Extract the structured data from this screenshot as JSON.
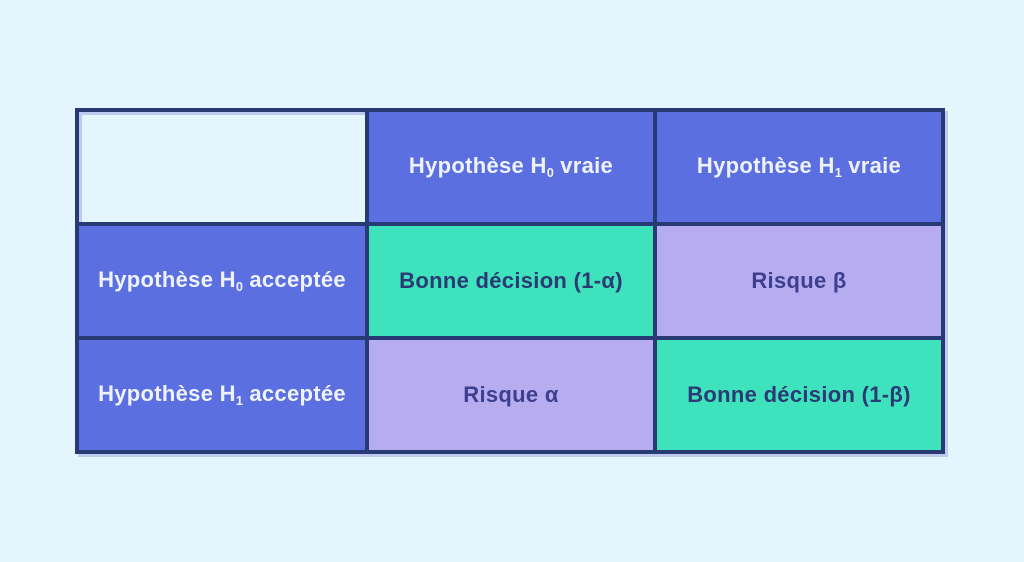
{
  "colors": {
    "background": "#e4f5fd",
    "cell-blue": "#5c6fe0",
    "cell-teal": "#3ee2bc",
    "cell-lavender": "#b8acf0",
    "border-navy": "#283a74",
    "text-light": "#eef2fd",
    "text-dark-teal": "#2b3a74",
    "text-dark-lavender": "#3c3f8e",
    "shadow": "rgba(158,166,228,0.55)"
  },
  "table": {
    "column_headers": [
      {
        "pre": "Hypothèse H",
        "sub": "0",
        "post": " vraie"
      },
      {
        "pre": "Hypothèse H",
        "sub": "1",
        "post": " vraie"
      }
    ],
    "rows": [
      {
        "header": {
          "pre": "Hypothèse H",
          "sub": "0",
          "post": " acceptée"
        },
        "cells": [
          {
            "text": "Bonne décision (1-α)",
            "variant": "teal"
          },
          {
            "text": "Risque β",
            "variant": "lavender"
          }
        ]
      },
      {
        "header": {
          "pre": "Hypothèse H",
          "sub": "1",
          "post": " acceptée"
        },
        "cells": [
          {
            "text": "Risque α",
            "variant": "lavender"
          },
          {
            "text": "Bonne décision (1-β)",
            "variant": "teal"
          }
        ]
      }
    ]
  }
}
